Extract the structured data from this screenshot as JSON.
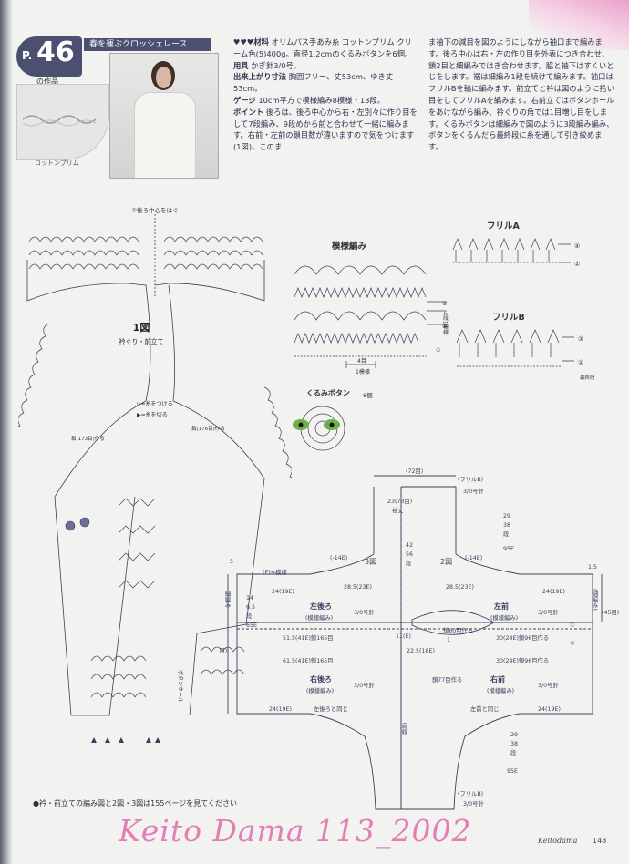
{
  "header": {
    "page_prefix": "P.",
    "page_number": "46",
    "work_label": "の作品",
    "title": "春を運ぶクロッシェレース",
    "swatch_label": "コットンプリム"
  },
  "materials": {
    "lines": [
      {
        "key": "♥♥♥材料",
        "text": "オリムパス手あみ糸 コットンプリム クリーム色(5)400g。直径1.2cmのくるみボタンを6個。"
      },
      {
        "key": "用具",
        "text": "かぎ針3/0号。"
      },
      {
        "key": "出来上がり寸法",
        "text": "胸囲フリー、丈53cm、ゆき丈53cm。"
      },
      {
        "key": "ゲージ",
        "text": "10cm平方で模様編み8模様・13段。"
      },
      {
        "key": "ポイント",
        "text": "後ろは、後ろ中心から右・左別々に作り目をして7段編み、9段めから前と合わせて一緒に編みます。右前・左前の鎖目数が違いますので気をつけます(1図)。このま"
      }
    ],
    "continuation": "ま袖下の減目を図のようにしながら袖口まで編みます。後ろ中心は右・左の作り目を外表につき合わせ、鎖2目と細編みではぎ合わせます。脇と袖下はすくいとじをします。裾は細編み1段を続けて編みます。袖口はフリルBを輪に編みます。前立てと衿は図のように拾い目をしてフリルAを編みます。右前立てはボタンホールをあけながら編み、衿ぐりの角では1目増し目をします。くるみボタンは細編みで図のように3段編み編み、ボタンをくるんだら最終段に糸を通して引き絞めます。"
  },
  "fig1": {
    "title": "1図",
    "subtitle": "衿ぐり・前立て",
    "back_center_note": "①後ろ中心をはぐ",
    "legend_attach": "▷=糸をつける",
    "legend_cut": "▶=糸を切る",
    "chain_left": "鎖(173目)作る",
    "chain_right": "鎖(176目)作る",
    "buttonhole": "ボタンホール"
  },
  "pattern": {
    "title": "模様編み",
    "rows_label": "4段1模様",
    "st_label": "4目",
    "repeat_label": "1模様",
    "marks": [
      "①",
      "④",
      "⑥"
    ]
  },
  "frill_a": {
    "title": "フリルA",
    "marks": [
      "④",
      "①"
    ]
  },
  "frill_b": {
    "title": "フリルB",
    "marks": [
      "③",
      "①"
    ],
    "last_row": "最終段"
  },
  "button": {
    "title": "くるみボタン",
    "count": "6個"
  },
  "fig23": {
    "top_width": "(72目)",
    "frill_b_top": "(フリルB)",
    "hook_top": "3/0号針",
    "back_sleeve_top": "23(73目)",
    "back_sleeve_label": "袖丈",
    "fig3": "3図",
    "fig2": "2図",
    "center_dims": [
      "42",
      "56",
      "段"
    ],
    "right_sleeve_dims": [
      "29",
      "38",
      "段",
      "95E"
    ],
    "minus14_left": "(-14E)",
    "minus14_right": "(-14E)",
    "w285_left": "28.5(23E)",
    "w285_right": "28.5(23E)",
    "w24_left": "24(19E)",
    "w24_right": "24(19E)",
    "stitch_note": "(E)=模様",
    "left_back": "左後ろ",
    "left_back_sub": "(模様編み)",
    "left_back_hook": "3/0号針",
    "left_front": "左前",
    "left_front_sub": "(模様編み)",
    "left_front_hook": "3/0号針",
    "right_back": "右後ろ",
    "right_back_sub": "(模様編み)",
    "right_back_hook": "3/0号針",
    "right_front": "右前",
    "right_front_sub": "(模様編み)",
    "right_front_hook": "3/0号針",
    "chain_l1": "51.5(41E)鎖165目",
    "chain_l2": "61.5(41E)鎖165目",
    "chain_r1": "30(24E)鎖96目作る",
    "chain_r2": "30(24E)鎖96目作る",
    "center_w": "11(E)",
    "center_w2": "22.5(18E)",
    "chain60": "鎖60目作る",
    "chain77": "鎖77目作る",
    "left_side": "細編み",
    "left_dims": [
      "14",
      "6.5",
      "段",
      "65E"
    ],
    "left_height": "(37目)",
    "right_side": "(細編み)",
    "right_height": "(45目)",
    "same_left": "左後ろと同じ",
    "same_right": "左前と同じ",
    "hem_label": "肩線",
    "bottom_frill": "(フリルB)",
    "bottom_hook": "3/0号針",
    "bottom_dims": [
      "29",
      "38",
      "段",
      "95E"
    ],
    "w24_bl": "24(19E)",
    "w24_br": "24(19E)",
    "one_cm": "1",
    "five_cm": "5",
    "right_1cm": "1.5",
    "marks": [
      "①",
      "②"
    ]
  },
  "footer": {
    "note": "●衿・前立ての編み図と2図・3図は155ページを見てください",
    "brand": "Keito Dama 113_2002",
    "brand_small": "Keitodama",
    "page": "148"
  }
}
